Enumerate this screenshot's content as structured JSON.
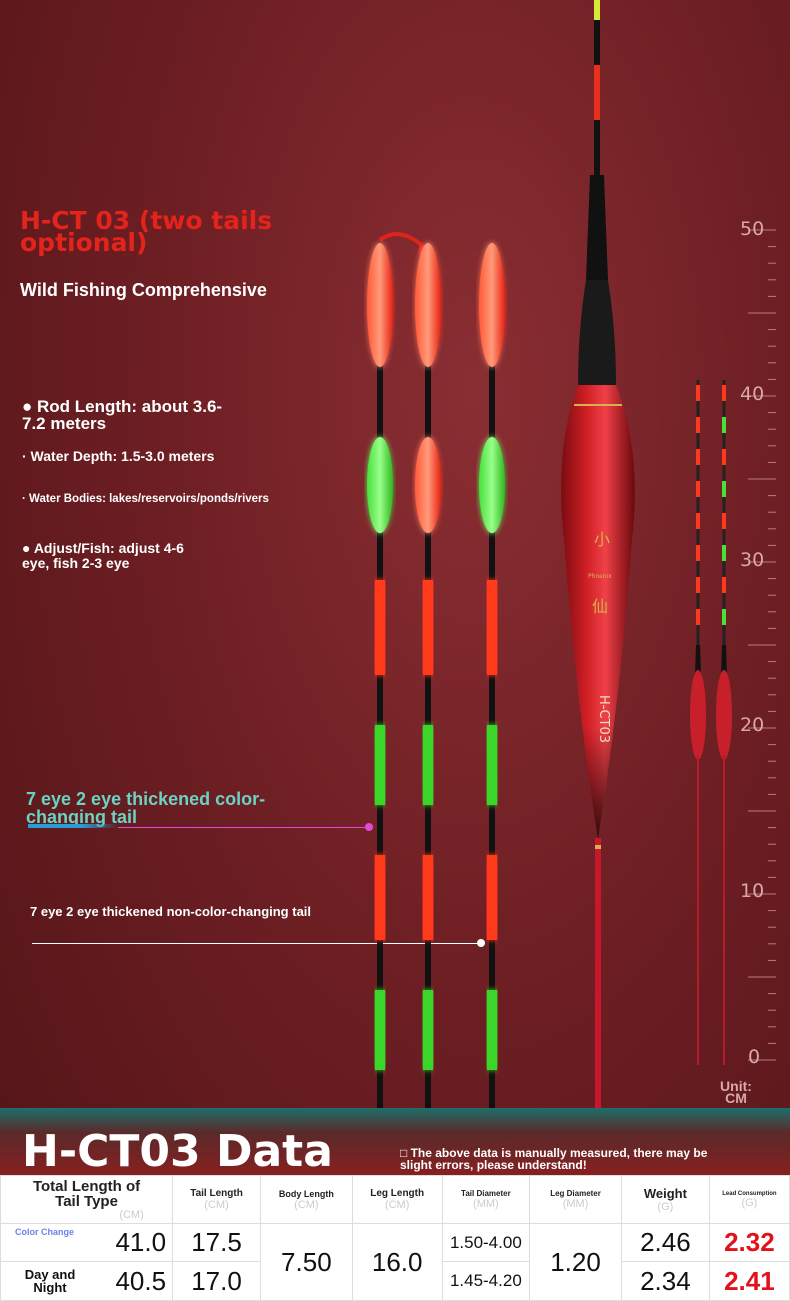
{
  "header": {
    "title": "H-CT 03 (two tails optional)",
    "subtitle": "Wild Fishing Comprehensive"
  },
  "specs": {
    "rod_length": "● Rod Length: about 3.6-7.2 meters",
    "water_depth": "· Water Depth: 1.5-3.0 meters",
    "water_bodies": "· Water Bodies: lakes/reservoirs/ponds/rivers",
    "adjust_fish": "● Adjust/Fish: adjust 4-6 eye, fish 2-3 eye"
  },
  "callouts": {
    "color_changing": "7 eye 2 eye thickened color-changing tail",
    "non_color_changing": "7 eye 2 eye thickened non-color-changing tail"
  },
  "float_body": {
    "brand": "Phoenix",
    "model": "H-CT03",
    "chars": [
      "小",
      "仙"
    ]
  },
  "ruler": {
    "labels": [
      "50",
      "40",
      "30",
      "20",
      "10",
      "0"
    ],
    "unit": "Unit: CM"
  },
  "data_section": {
    "title": "H-CT03 Data",
    "note": "□ The above data is manually measured, there may be slight errors, please understand!",
    "headers": {
      "type": "Total Length of Tail Type",
      "tail_length": "Tail Length",
      "body_length": "Body Length",
      "leg_length": "Leg Length",
      "tail_diameter": "Tail Diameter",
      "leg_diameter": "Leg Diameter",
      "weight": "Weight",
      "lead": "Lead Consumption"
    },
    "units": {
      "total": "(CM)",
      "tail_length": "(CM)",
      "body_length": "(CM)",
      "leg_length": "(CM)",
      "tail_diameter": "(MM)",
      "leg_diameter": "(MM)",
      "weight": "(G)",
      "lead": "(G)"
    },
    "shared": {
      "body_length": "7.50",
      "leg_length": "16.0",
      "leg_diameter": "1.20"
    },
    "rows": [
      {
        "type": "Color Change",
        "total": "41.0",
        "tail_length": "17.5",
        "tail_diameter": "1.50-4.00",
        "weight": "2.46",
        "lead": "2.32"
      },
      {
        "type": "Day and Night",
        "total": "40.5",
        "tail_length": "17.0",
        "tail_diameter": "1.45-4.20",
        "weight": "2.34",
        "lead": "2.41"
      }
    ]
  }
}
